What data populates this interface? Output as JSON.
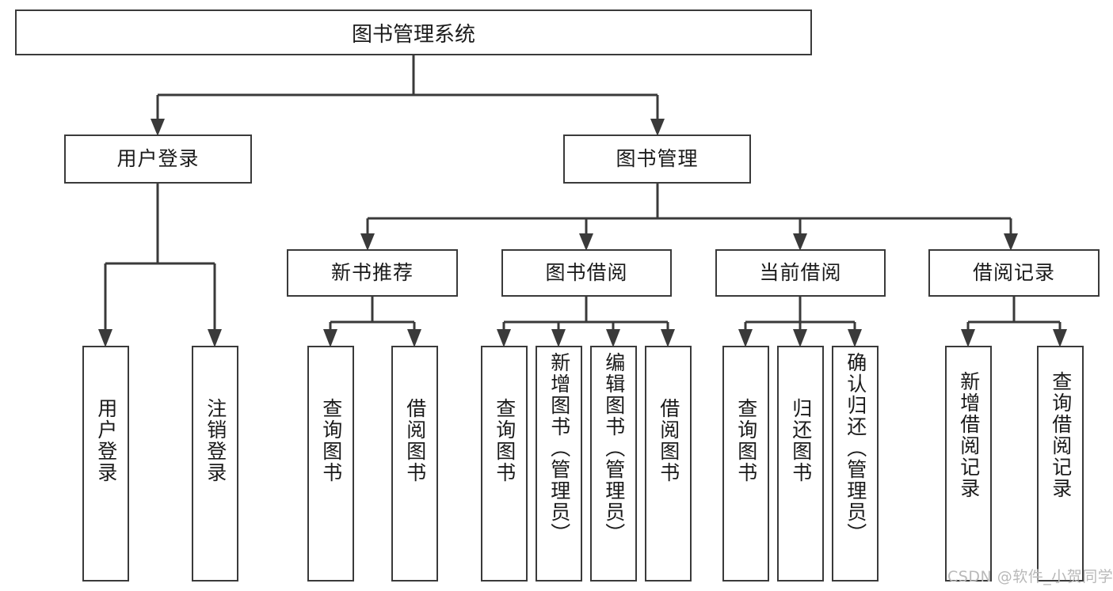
{
  "diagram": {
    "title": "图书管理系统",
    "type": "功能结构图",
    "watermark": "CSDN @软件_小贺同学",
    "colors": {
      "box_border": "#3a3a3a",
      "box_fill": "#ffffff",
      "connector": "#3a3a3a",
      "text": "#1a1a1a",
      "watermark": "#b9b9b9",
      "background": "#ffffff"
    }
  },
  "root": {
    "label": "图书管理系统"
  },
  "level1": [
    {
      "label": "用户登录"
    },
    {
      "label": "图书管理"
    }
  ],
  "level2": [
    {
      "label": "新书推荐"
    },
    {
      "label": "图书借阅"
    },
    {
      "label": "当前借阅"
    },
    {
      "label": "借阅记录"
    }
  ],
  "leaves": {
    "user_login": [
      {
        "label": "用户登录"
      },
      {
        "label": "注销登录"
      }
    ],
    "new_book": [
      {
        "label": "查询图书"
      },
      {
        "label": "借阅图书"
      }
    ],
    "book_borrow": [
      {
        "label": "查询图书"
      },
      {
        "label": "新增图书（管理员）"
      },
      {
        "label": "编辑图书（管理员）"
      },
      {
        "label": "借阅图书"
      }
    ],
    "current_borrow": [
      {
        "label": "查询图书"
      },
      {
        "label": "归还图书"
      },
      {
        "label": "确认归还（管理员）"
      }
    ],
    "borrow_record": [
      {
        "label": "新增借阅记录"
      },
      {
        "label": "查询借阅记录"
      }
    ]
  }
}
